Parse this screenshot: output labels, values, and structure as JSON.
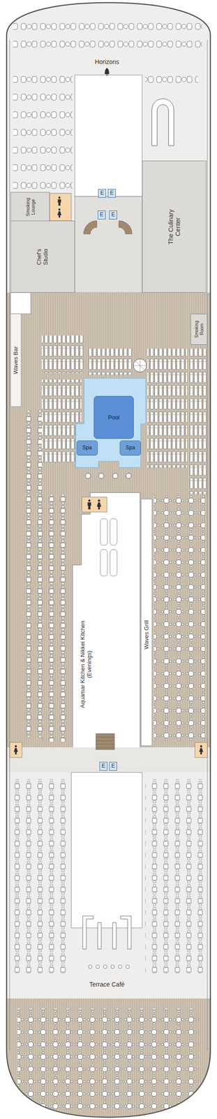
{
  "diagram": {
    "nodes": [
      {
        "text": [
          "E"
        ]
      },
      {
        "text": [
          "E"
        ]
      },
      {
        "text": [
          "E"
        ]
      },
      {
        "text": [
          "E"
        ]
      },
      {
        "text": [
          "Smoking Lounge"
        ]
      },
      {
        "text": [
          "Chef's Studio"
        ]
      },
      {
        "text": [
          "The Culinary Center"
        ]
      },
      {
        "text": [
          "Smoking Room"
        ]
      },
      {
        "text": [
          "Pool"
        ]
      },
      {
        "text": [
          "Spa"
        ]
      },
      {
        "text": [
          "Spa"
        ]
      },
      {
        "text": [
          "Aquamar Kitchen & Nikkei Kitchen (Evenings)"
        ]
      },
      {
        "text": [
          "Waves Grill"
        ]
      },
      {
        "text": [
          "E"
        ]
      },
      {
        "text": [
          "E"
        ]
      }
    ],
    "labels": [
      "Horizons",
      "Waves Bar",
      "Terrace Café"
    ]
  }
}
